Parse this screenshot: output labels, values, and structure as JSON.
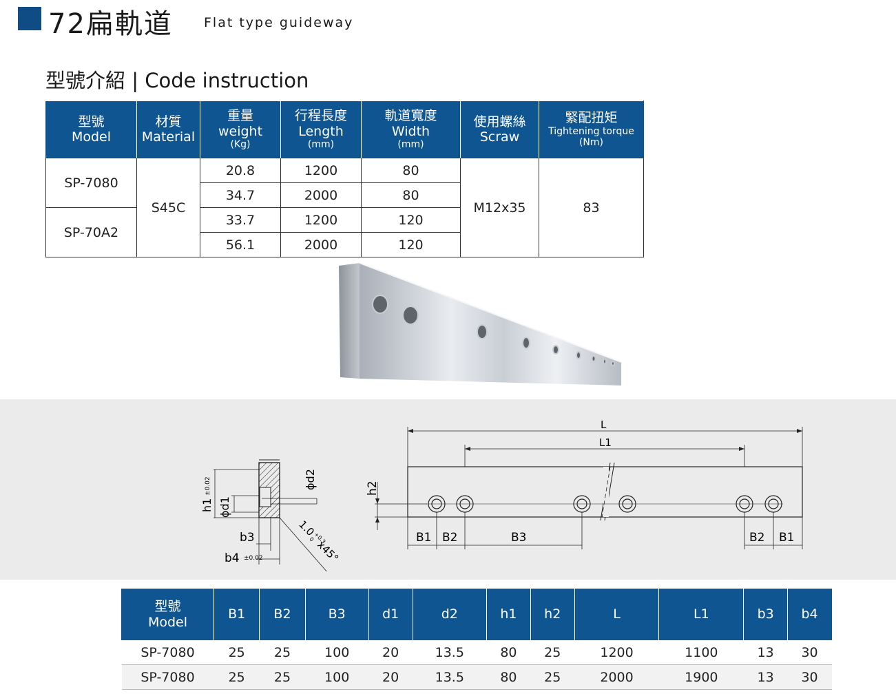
{
  "header": {
    "title": "72扁軌道",
    "subtitle": "Flat type guideway"
  },
  "section": {
    "heading": "型號介紹 | Code instruction"
  },
  "table1": {
    "headers": [
      {
        "zh": "型號",
        "en": "Model",
        "unit": ""
      },
      {
        "zh": "材質",
        "en": "Material",
        "unit": ""
      },
      {
        "zh": "重量",
        "en": "weight",
        "unit": "(Kg)"
      },
      {
        "zh": "行程長度",
        "en": "Length",
        "unit": "(mm)"
      },
      {
        "zh": "軌道寬度",
        "en": "Width",
        "unit": "(mm)"
      },
      {
        "zh": "使用螺絲",
        "en": "Scraw",
        "unit": ""
      },
      {
        "zh": "緊配扭矩",
        "en": "Tightening torque",
        "unit": "(Nm)"
      }
    ],
    "models": [
      "SP-7080",
      "SP-70A2"
    ],
    "material": "S45C",
    "rows": [
      {
        "weight": "20.8",
        "length": "1200",
        "width": "80"
      },
      {
        "weight": "34.7",
        "length": "2000",
        "width": "80"
      },
      {
        "weight": "33.7",
        "length": "1200",
        "width": "120"
      },
      {
        "weight": "56.1",
        "length": "2000",
        "width": "120"
      }
    ],
    "screw": "M12x35",
    "torque": "83"
  },
  "drawing": {
    "section_labels": {
      "h1": "h1",
      "h1_tol": "±0.02",
      "d1": "ϕd1",
      "d2": "ϕd2",
      "b3": "b3",
      "b4": "b4",
      "b4_tol": "±0.02",
      "chamfer": "1.0",
      "chamfer_tol_plus": "+0.3",
      "chamfer_tol_minus": "0",
      "chamfer_angle": "x45°"
    },
    "side_labels": {
      "L": "L",
      "L1": "L1",
      "h2": "h2",
      "B1": "B1",
      "B2": "B2",
      "B3": "B3"
    }
  },
  "table2": {
    "headers": [
      "型號",
      "Model",
      "B1",
      "B2",
      "B3",
      "d1",
      "d2",
      "h1",
      "h2",
      "L",
      "L1",
      "b3",
      "b4"
    ],
    "rows": [
      [
        "SP-7080",
        "25",
        "25",
        "100",
        "20",
        "13.5",
        "80",
        "25",
        "1200",
        "1100",
        "13",
        "30"
      ],
      [
        "SP-7080",
        "25",
        "25",
        "100",
        "20",
        "13.5",
        "80",
        "25",
        "2000",
        "1900",
        "13",
        "30"
      ]
    ]
  },
  "colors": {
    "accent": "#0f4c86",
    "header_bg": "#0f5592",
    "drawing_bg": "#ebebeb"
  }
}
